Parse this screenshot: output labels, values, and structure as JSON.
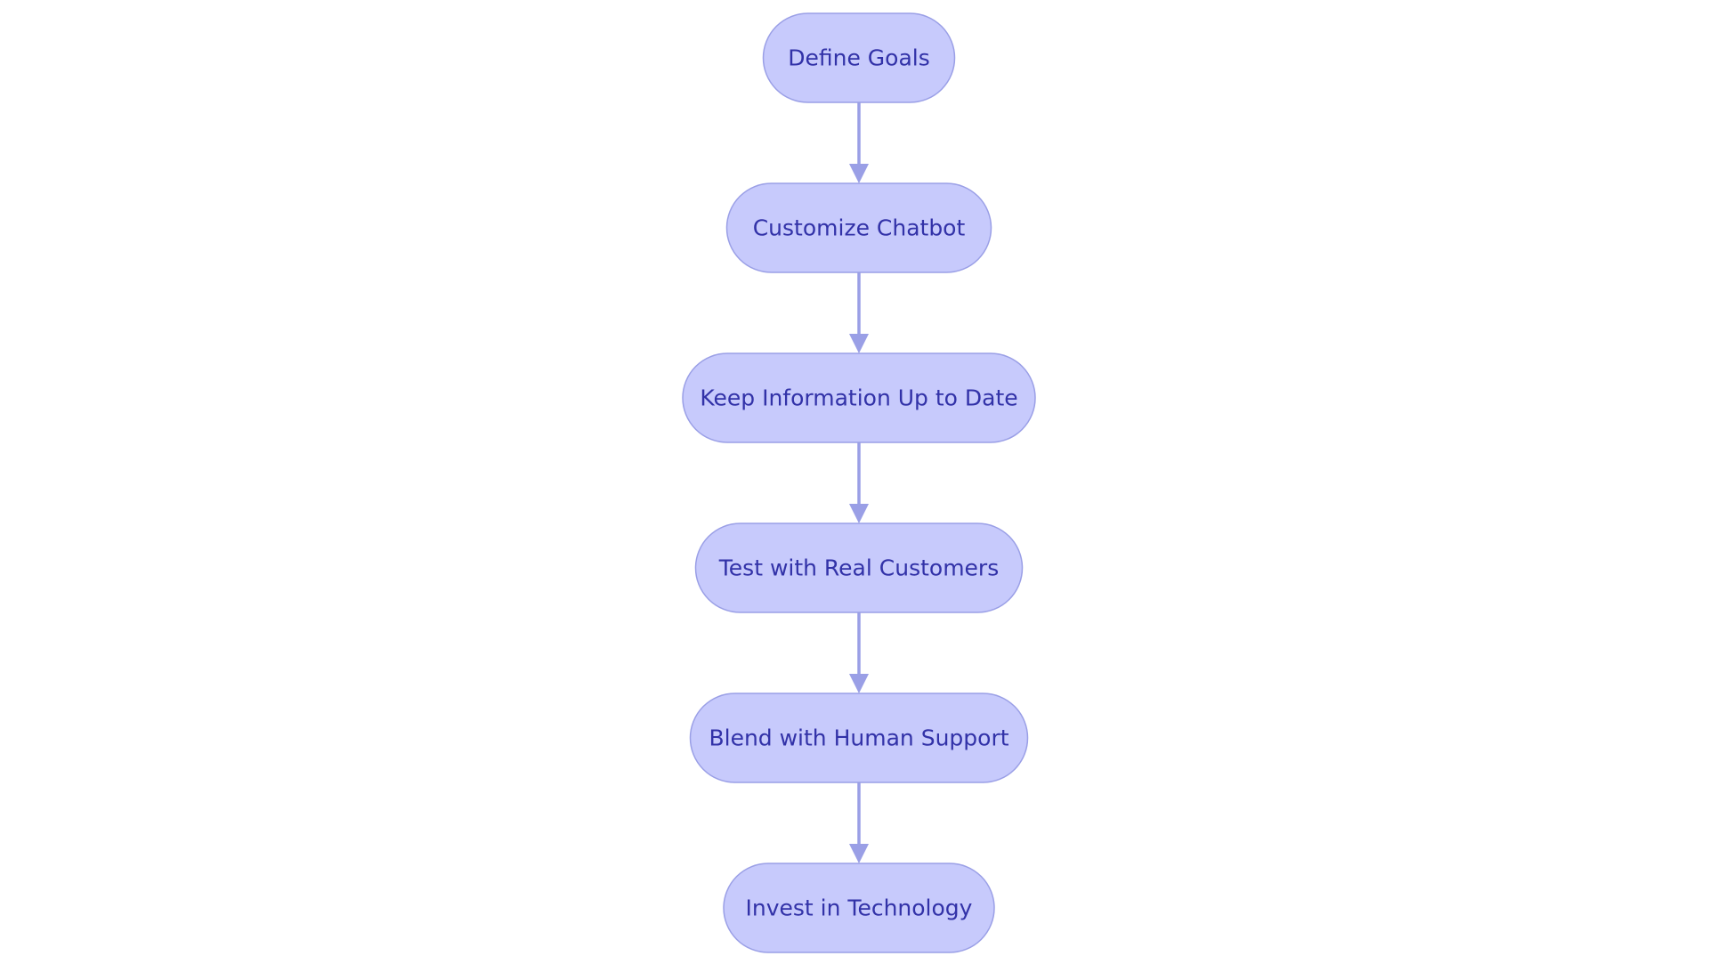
{
  "diagram": {
    "type": "flowchart",
    "direction": "top-to-bottom",
    "colors": {
      "node_fill": "#c7cafc",
      "node_stroke": "#9a9fe6",
      "node_text": "#3232a8",
      "edge": "#9a9fe6"
    },
    "nodes": [
      {
        "id": "n1",
        "label": "Define Goals"
      },
      {
        "id": "n2",
        "label": "Customize Chatbot"
      },
      {
        "id": "n3",
        "label": "Keep Information Up to Date"
      },
      {
        "id": "n4",
        "label": "Test with Real Customers"
      },
      {
        "id": "n5",
        "label": "Blend with Human Support"
      },
      {
        "id": "n6",
        "label": "Invest in Technology"
      }
    ],
    "edges": [
      {
        "from": "n1",
        "to": "n2"
      },
      {
        "from": "n2",
        "to": "n3"
      },
      {
        "from": "n3",
        "to": "n4"
      },
      {
        "from": "n4",
        "to": "n5"
      },
      {
        "from": "n5",
        "to": "n6"
      }
    ]
  }
}
